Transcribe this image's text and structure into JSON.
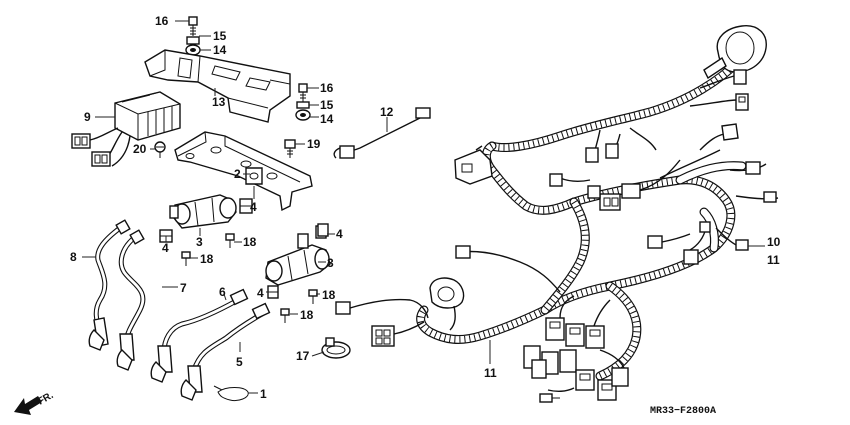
{
  "diagram": {
    "code": "MR33−F2800A",
    "direction": "FR.",
    "callouts": [
      {
        "id": "c16a",
        "text": "16"
      },
      {
        "id": "c15a",
        "text": "15"
      },
      {
        "id": "c14a",
        "text": "14"
      },
      {
        "id": "c13",
        "text": "13"
      },
      {
        "id": "c9",
        "text": "9"
      },
      {
        "id": "c16b",
        "text": "16"
      },
      {
        "id": "c15b",
        "text": "15"
      },
      {
        "id": "c14b",
        "text": "14"
      },
      {
        "id": "c12",
        "text": "12"
      },
      {
        "id": "c19",
        "text": "19"
      },
      {
        "id": "c20",
        "text": "20"
      },
      {
        "id": "c2",
        "text": "2"
      },
      {
        "id": "c4a",
        "text": "4"
      },
      {
        "id": "c4b",
        "text": "4"
      },
      {
        "id": "c3a",
        "text": "3"
      },
      {
        "id": "c18a",
        "text": "18"
      },
      {
        "id": "c18b",
        "text": "18"
      },
      {
        "id": "c4c",
        "text": "4"
      },
      {
        "id": "c3b",
        "text": "3"
      },
      {
        "id": "c8",
        "text": "8"
      },
      {
        "id": "c7",
        "text": "7"
      },
      {
        "id": "c6",
        "text": "6"
      },
      {
        "id": "c4d",
        "text": "4"
      },
      {
        "id": "c18c",
        "text": "18"
      },
      {
        "id": "c18d",
        "text": "18"
      },
      {
        "id": "c5",
        "text": "5"
      },
      {
        "id": "c1",
        "text": "1"
      },
      {
        "id": "c17",
        "text": "17"
      },
      {
        "id": "c11a",
        "text": "11"
      },
      {
        "id": "c10",
        "text": "10"
      },
      {
        "id": "c11b",
        "text": "11"
      }
    ]
  }
}
